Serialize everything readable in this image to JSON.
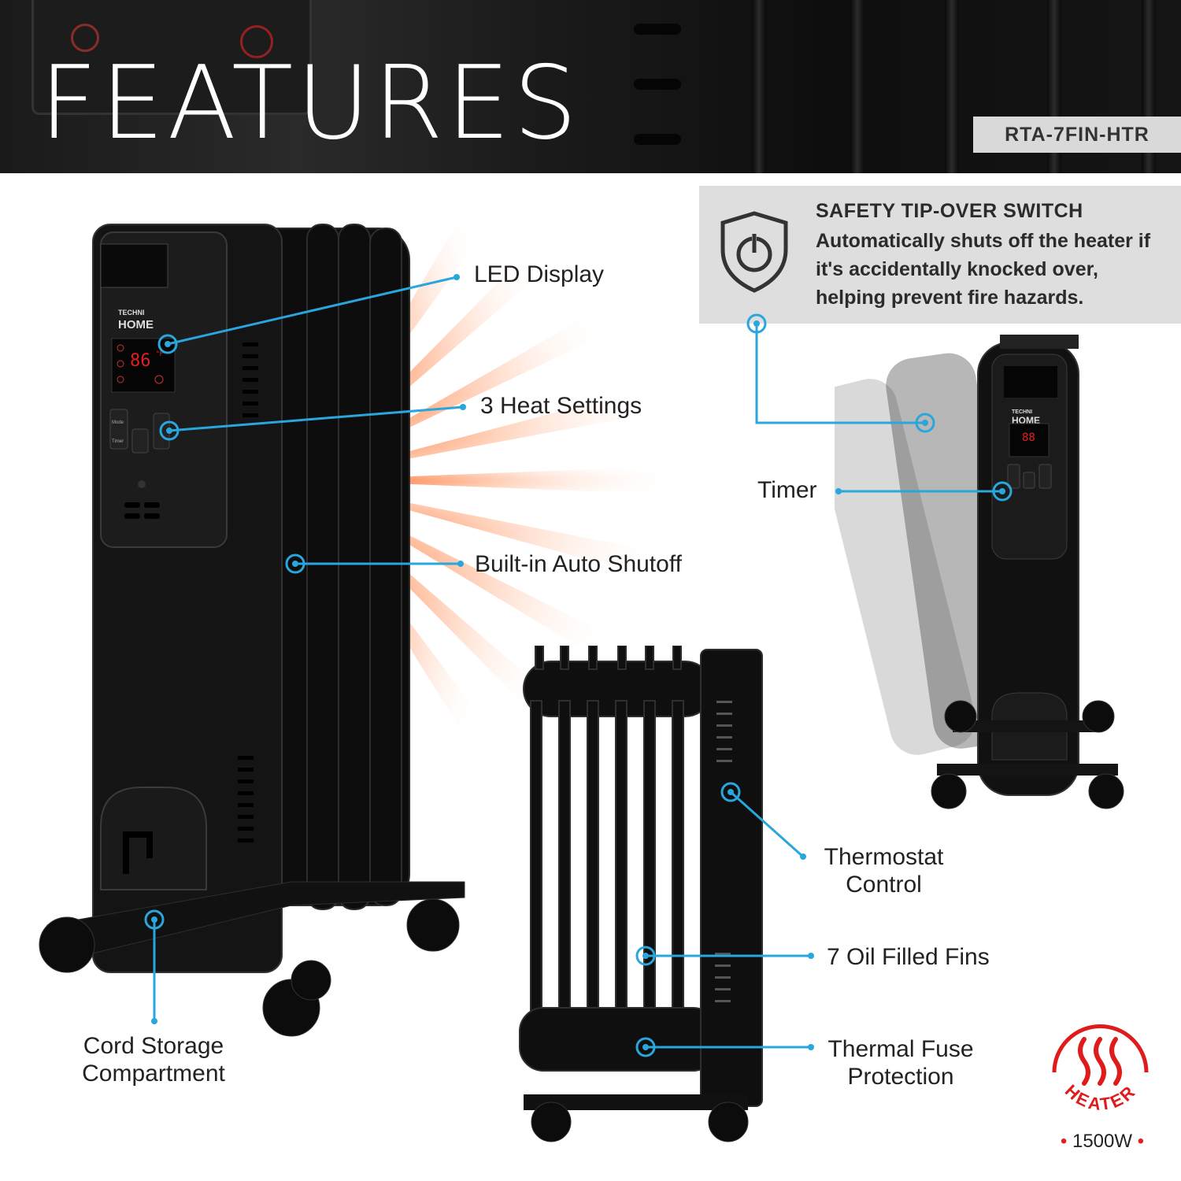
{
  "header": {
    "title": "FEATURES",
    "model": "RTA-7FIN-HTR"
  },
  "features": {
    "led_display": "LED Display",
    "heat_settings": "3 Heat Settings",
    "auto_shutoff": "Built-in Auto Shutoff",
    "cord_storage": [
      "Cord Storage",
      "Compartment"
    ],
    "thermostat": [
      "Thermostat",
      "Control"
    ],
    "fins": "7 Oil Filled Fins",
    "thermal_fuse": [
      "Thermal Fuse",
      "Protection"
    ],
    "timer": "Timer"
  },
  "safety": {
    "heading": "SAFETY TIP-OVER SWITCH",
    "body": "Automatically shuts off the heater if it's accidentally knocked over, helping prevent fire hazards."
  },
  "product": {
    "brand_small": "TECHNI",
    "brand_large": "HOME",
    "display_temp": "86",
    "display_unit": "°F",
    "btn_mode": "Mode",
    "btn_timer": "Timer",
    "side_display": "88"
  },
  "badge": {
    "label": "HEATER",
    "wattage": "1500W"
  },
  "colors": {
    "callout": "#29a6dc",
    "badge_red": "#e01b1b",
    "header_bg": "#1a1a1a",
    "heater_body": "#121212"
  },
  "icons": {
    "shield": "shield-power-icon",
    "heat_waves": "heat-waves-icon",
    "power": "power-icon"
  }
}
